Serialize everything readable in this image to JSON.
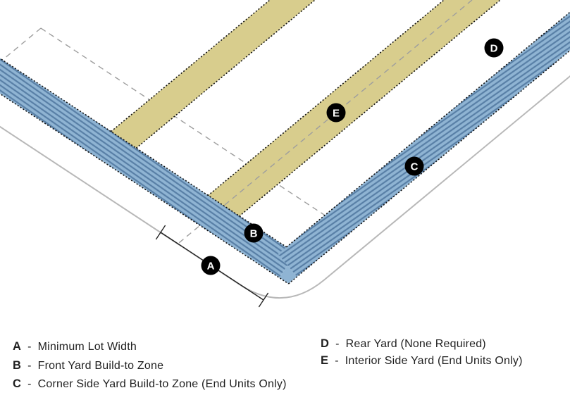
{
  "diagram": {
    "markers": [
      {
        "letter": "A"
      },
      {
        "letter": "B"
      },
      {
        "letter": "C"
      },
      {
        "letter": "D"
      },
      {
        "letter": "E"
      }
    ]
  },
  "legend": {
    "items": [
      {
        "letter": "A",
        "sep": "-",
        "text": "Minimum Lot Width"
      },
      {
        "letter": "B",
        "sep": "-",
        "text": "Front Yard Build-to Zone"
      },
      {
        "letter": "C",
        "sep": "-",
        "text": "Corner Side Yard Build-to Zone (End Units Only)"
      },
      {
        "letter": "D",
        "sep": "-",
        "text": "Rear Yard (None Required)"
      },
      {
        "letter": "E",
        "sep": "-",
        "text": "Interior Side Yard (End Units Only)"
      }
    ]
  },
  "colors": {
    "band_yellow": "#d8cd8d",
    "band_blue": "#8fb4d3",
    "band_blue_hatch": "#587fa6",
    "lot_line_gray": "#9e9e9e",
    "curb_gray": "#b8b8b8",
    "edge_black": "#111111",
    "dimension_black": "#222222",
    "marker_bg": "#000000",
    "marker_text": "#ffffff"
  }
}
